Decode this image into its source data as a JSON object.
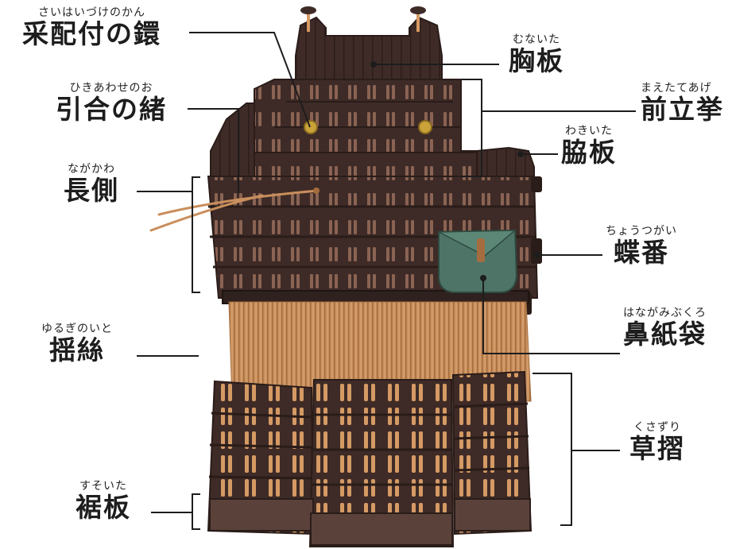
{
  "labels": {
    "saihai": {
      "ruby": "さいはいづけのかん",
      "kanji": "采配付の鐶"
    },
    "hikiawase": {
      "ruby": "ひきあわせのお",
      "kanji": "引合の緒"
    },
    "nagagawa": {
      "ruby": "ながかわ",
      "kanji": "長側"
    },
    "yurugi": {
      "ruby": "ゆるぎのいと",
      "kanji": "揺絲"
    },
    "suso": {
      "ruby": "すそいた",
      "kanji": "裾板"
    },
    "muna": {
      "ruby": "むないた",
      "kanji": "胸板"
    },
    "maetate": {
      "ruby": "まえたてあげ",
      "kanji": "前立挙"
    },
    "waki": {
      "ruby": "わきいた",
      "kanji": "脇板"
    },
    "chotsugai": {
      "ruby": "ちょうつがい",
      "kanji": "蝶番"
    },
    "hanagami": {
      "ruby": "はながみぶくろ",
      "kanji": "鼻紙袋"
    },
    "kusazuri": {
      "ruby": "くさずり",
      "kanji": "草摺"
    }
  },
  "colors": {
    "lacquer": "#3e2b27",
    "lacquer_light": "#5a423b",
    "silk": "#c98f5c",
    "silk_dark": "#a56d3f",
    "pouch": "#4e7467",
    "brass": "#c9a23a",
    "line": "#1d1d1d"
  }
}
